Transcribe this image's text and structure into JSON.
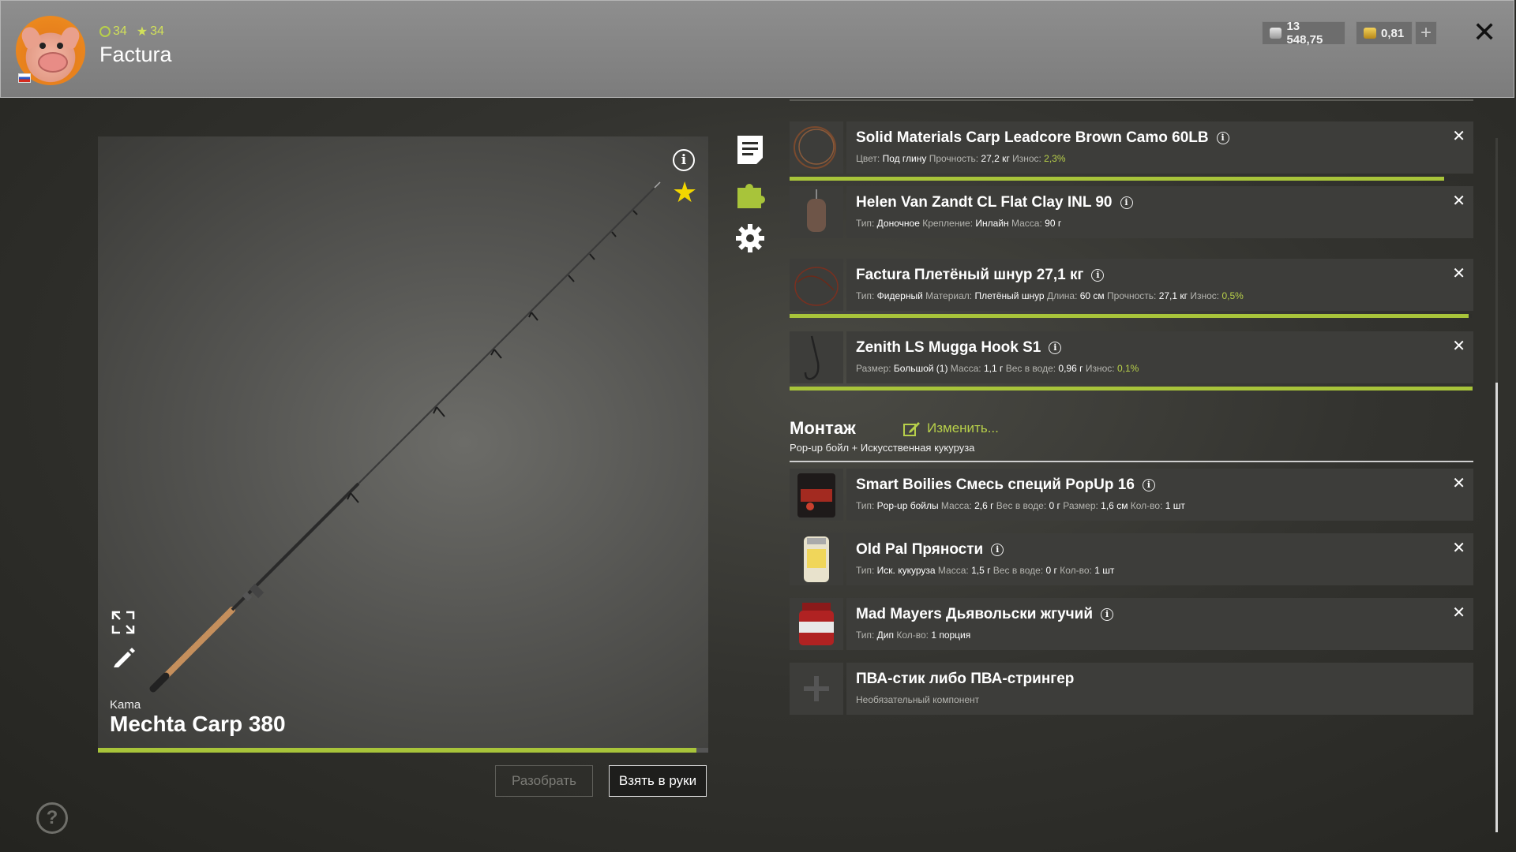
{
  "header": {
    "level_a": "34",
    "level_b": "34",
    "player_name": "Factura",
    "silver": "13 548,75",
    "gold": "0,81",
    "plus": "+",
    "close": "✕"
  },
  "preview": {
    "info": "i",
    "star": "★",
    "brand": "Kama",
    "rod_name": "Mechta Carp 380",
    "durability_fraction": 0.98,
    "btn_disassemble": "Разобрать",
    "btn_take": "Взять в руки"
  },
  "tackle": [
    {
      "title": "Solid Materials Carp Leadcore Brown Camo 60LB",
      "props": [
        [
          "Цвет:",
          "Под глину"
        ],
        [
          "Прочность:",
          "27,2 кг"
        ],
        [
          "Износ:",
          "2,3%",
          "g"
        ]
      ],
      "bar": 0.98
    },
    {
      "title": "Helen Van Zandt CL Flat Clay INL 90",
      "props": [
        [
          "Тип:",
          "Доночное"
        ],
        [
          "Крепление:",
          "Инлайн"
        ],
        [
          "Масса:",
          "90 г"
        ]
      ]
    },
    {
      "title": "Factura Плетёный шнур 27,1 кг",
      "props": [
        [
          "Тип:",
          "Фидерный"
        ],
        [
          "Материал:",
          "Плетёный шнур"
        ],
        [
          "Длина:",
          "60 см"
        ],
        [
          "Прочность:",
          "27,1 кг"
        ],
        [
          "Износ:",
          "0,5%",
          "g"
        ]
      ],
      "bar": 0.995
    },
    {
      "title": "Zenith LS Mugga Hook S1",
      "props": [
        [
          "Размер:",
          "Большой (1)"
        ],
        [
          "Масса:",
          "1,1 г"
        ],
        [
          "Вес в воде:",
          "0,96 г"
        ],
        [
          "Износ:",
          "0,1%",
          "g"
        ]
      ],
      "bar": 0.999
    }
  ],
  "montage": {
    "title": "Монтаж",
    "edit": "Изменить...",
    "subtitle": "Pop-up бойл + Искусственная кукуруза"
  },
  "baits": [
    {
      "title": "Smart Boilies Смесь специй PopUp 16",
      "props": [
        [
          "Тип:",
          "Pop-up бойлы"
        ],
        [
          "Масса:",
          "2,6 г"
        ],
        [
          "Вес в воде:",
          "0 г"
        ],
        [
          "Размер:",
          "1,6 см"
        ],
        [
          "Кол-во:",
          "1 шт"
        ]
      ]
    },
    {
      "title": "Old Pal Пряности",
      "props": [
        [
          "Тип:",
          "Иск. кукуруза"
        ],
        [
          "Масса:",
          "1,5 г"
        ],
        [
          "Вес в воде:",
          "0 г"
        ],
        [
          "Кол-во:",
          "1 шт"
        ]
      ]
    },
    {
      "title": "Mad Mayers Дьявольски жгучий",
      "props": [
        [
          "Тип:",
          "Дип"
        ],
        [
          "Кол-во:",
          "1 порция"
        ]
      ]
    }
  ],
  "optional": {
    "title": "ПВА-стик либо ПВА-стрингер",
    "subtitle": "Необязательный компонент"
  },
  "help": "?",
  "colors": {
    "accent": "#a8c43a",
    "gold_star": "#f2d600"
  }
}
